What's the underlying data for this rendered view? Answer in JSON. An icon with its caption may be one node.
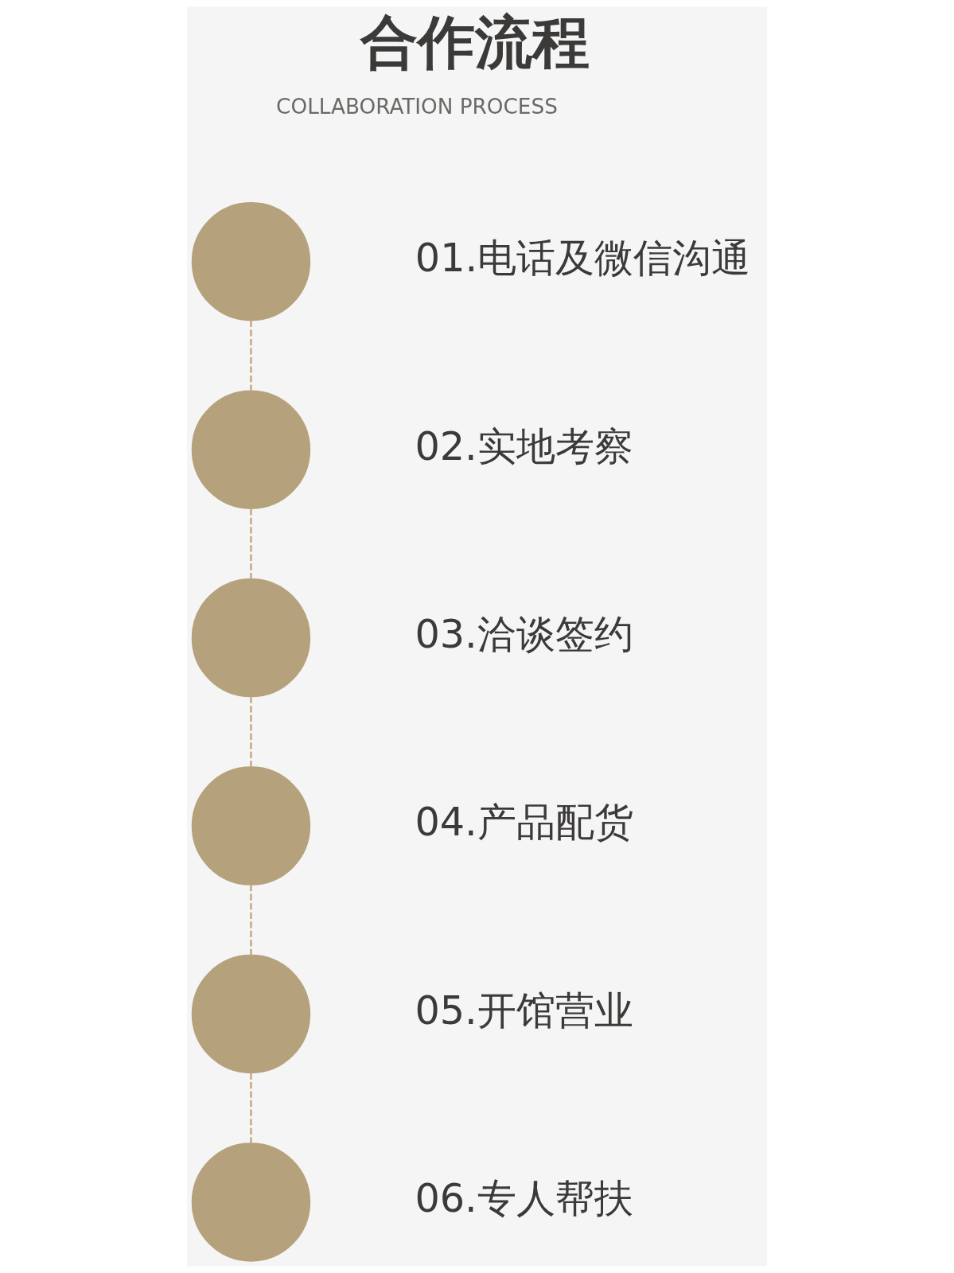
{
  "diagram": {
    "title": "合作流程",
    "nodes": [
      {
        "text": [],
        "shape": "circle",
        "beside": [
          "01.电话及微信沟通"
        ]
      },
      {
        "text": [],
        "shape": "circle",
        "beside": [
          "02.实地考察"
        ]
      },
      {
        "text": [],
        "shape": "circle",
        "beside": [
          "03.洽谈签约"
        ]
      },
      {
        "text": [],
        "shape": "circle",
        "beside": [
          "04.产品配货"
        ]
      },
      {
        "text": [],
        "shape": "circle",
        "beside": [
          "05.开馆营业"
        ]
      },
      {
        "text": [],
        "shape": "circle",
        "beside": [
          "06.专人帮扶"
        ]
      }
    ],
    "edges": [
      {
        "from": 0,
        "to": 1,
        "arrow": "none",
        "style": "dashed"
      },
      {
        "from": 1,
        "to": 2,
        "arrow": "none",
        "style": "dashed"
      },
      {
        "from": 2,
        "to": 3,
        "arrow": "none",
        "style": "dashed"
      },
      {
        "from": 3,
        "to": 4,
        "arrow": "none",
        "style": "dashed"
      },
      {
        "from": 4,
        "to": 5,
        "arrow": "none",
        "style": "dashed"
      }
    ],
    "labels": [
      "COLLABORATION PROCESS"
    ]
  }
}
